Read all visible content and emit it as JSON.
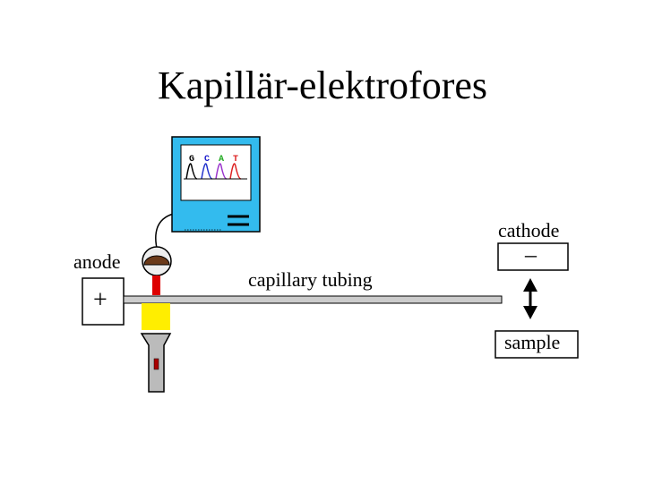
{
  "title": "Kapillär-elektrofores",
  "labels": {
    "anode": "anode",
    "cathode": "cathode",
    "capillary": "capillary tubing",
    "sample": "sample",
    "plus": "+",
    "minus": "–"
  },
  "monitor": {
    "bases": [
      "G",
      "C",
      "A",
      "T"
    ],
    "base_colors": [
      "#000000",
      "#1a1acc",
      "#22aa22",
      "#dd2222"
    ],
    "trace_colors": [
      "#000000",
      "#2233cc",
      "#9933cc",
      "#dd2222"
    ]
  },
  "colors": {
    "monitor_body": "#33bbee",
    "tubing": "#cccccc",
    "laser": "#dd0000",
    "detector_window": "#ffee00",
    "lamp_body": "#bbbbbb"
  }
}
